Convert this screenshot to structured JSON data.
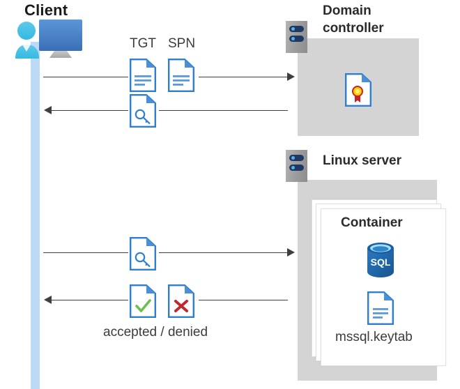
{
  "diagram": {
    "title_client": "Client",
    "domain_controller": {
      "label": "Domain controller"
    },
    "linux_server": {
      "label": "Linux server",
      "container": {
        "label": "Container",
        "keytab_label": "mssql.keytab",
        "db_label": "SQL"
      }
    },
    "messages": {
      "tgt_label": "TGT",
      "spn_label": "SPN",
      "result_label": "accepted / denied"
    },
    "icons": {
      "client": "client-workstation-icon",
      "server": "server-rack-icon",
      "doc_text": "text-document-icon",
      "doc_key": "key-document-icon",
      "doc_cert": "certificate-document-icon",
      "doc_check": "accepted-document-icon",
      "doc_cross": "denied-document-icon",
      "database": "sql-database-icon"
    },
    "colors": {
      "accent_blue": "#2f7fce",
      "lifeline_blue": "#bcd9f5",
      "box_gray": "#d4d4d4",
      "line_dark": "#3f3f3f",
      "accept_green": "#6cbf4b",
      "deny_red": "#c0282d",
      "cert_gold": "#ffd400",
      "cert_red": "#cc2026",
      "sql_blue": "#1b5ea8"
    }
  }
}
